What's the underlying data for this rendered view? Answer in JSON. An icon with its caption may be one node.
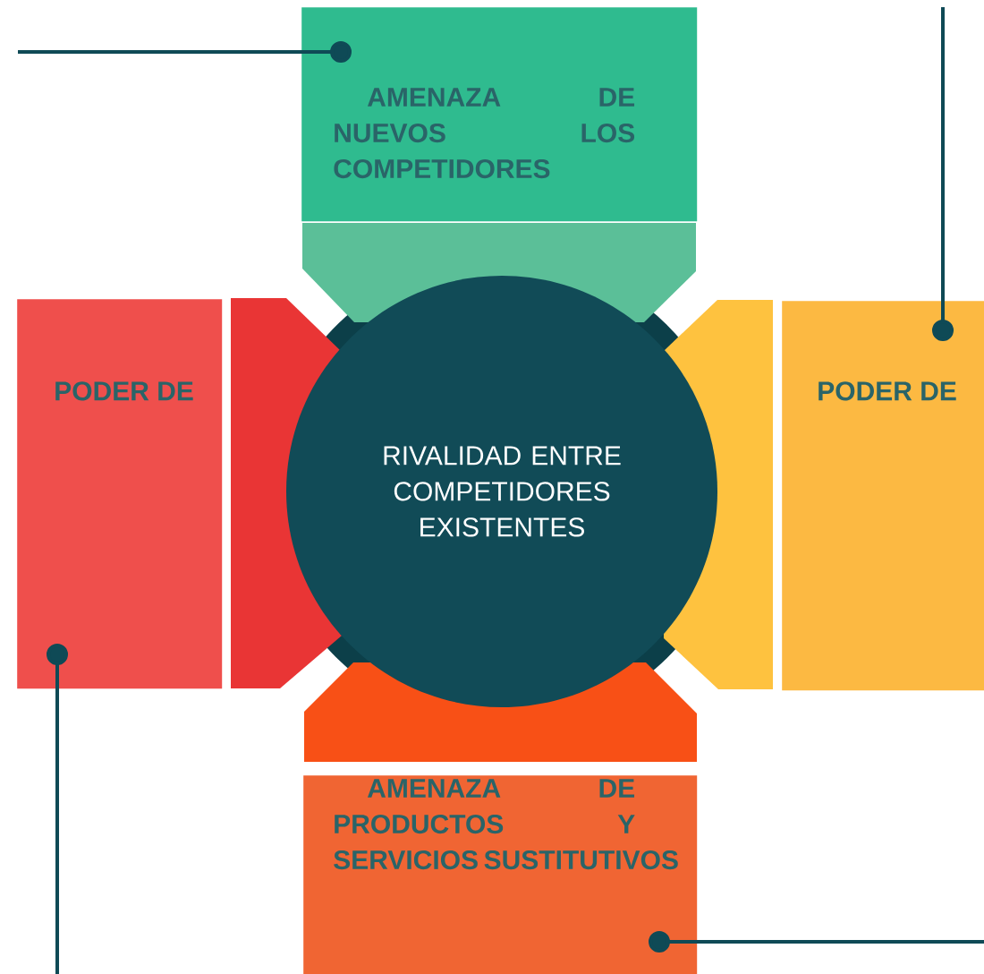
{
  "diagram": {
    "nodes": [
      {
        "text": [
          "AMENAZA DE NUEVOS LOS COMPETIDORES"
        ]
      },
      {
        "text": [
          "PODER DE"
        ]
      },
      {
        "text": [
          "RIVALIDAD ENTRE COMPETIDORES EXISTENTES"
        ]
      },
      {
        "text": [
          "PODER DE"
        ]
      },
      {
        "text": [
          "AMENAZA DE PRODUCTOS Y SERVICIOS SUSTITUTIVOS"
        ]
      },
      {
        "text": [],
        "shape": "box"
      },
      {
        "text": [],
        "shape": "box"
      },
      {
        "text": [],
        "shape": "box"
      },
      {
        "text": [],
        "shape": "box"
      }
    ],
    "edges": [
      {
        "from": null,
        "to": 0,
        "arrow": "other"
      },
      {
        "from": null,
        "to": 3,
        "arrow": "other"
      },
      {
        "from": null,
        "to": 1,
        "arrow": "other"
      },
      {
        "from": null,
        "to": 4,
        "arrow": "other"
      }
    ]
  }
}
